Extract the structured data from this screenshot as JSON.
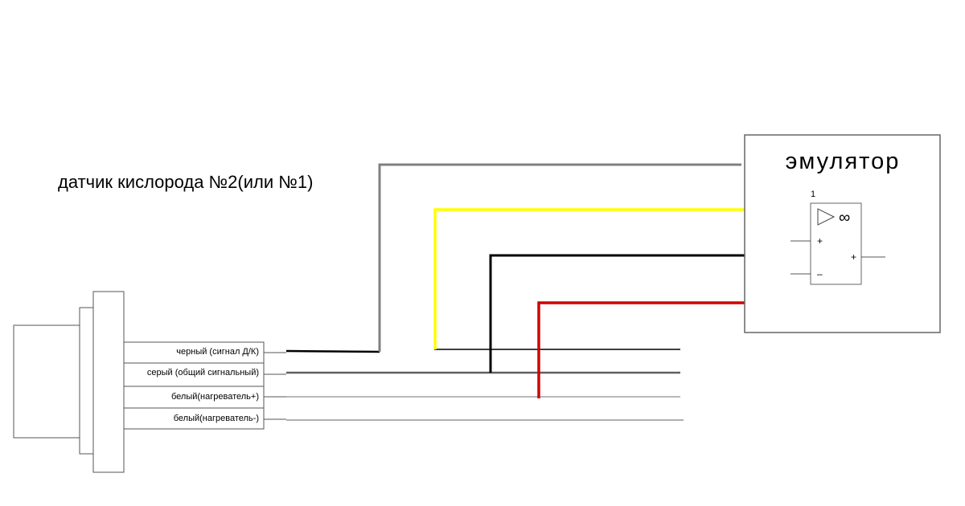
{
  "diagram": {
    "title": "датчик кислорода №2(или №1)",
    "emulator": {
      "label": "эмулятор",
      "component_number": "1",
      "opamp": {
        "symbol": "∞",
        "input_plus": "+",
        "input_minus": "–",
        "output_plus": "+"
      }
    },
    "pins": [
      {
        "label": "черный (сигнал Д/К)"
      },
      {
        "label": "серый (общий сигнальный)"
      },
      {
        "label": "белый(нагреватель+)"
      },
      {
        "label": "белый(нагреватель-)"
      }
    ],
    "colors": {
      "gray_wire": "#808080",
      "yellow_wire": "#ffff00",
      "black_wire": "#000000",
      "red_wire": "#d00000",
      "dark_line": "#404040",
      "light_line": "#b8b8b8",
      "outline": "#555555"
    }
  }
}
